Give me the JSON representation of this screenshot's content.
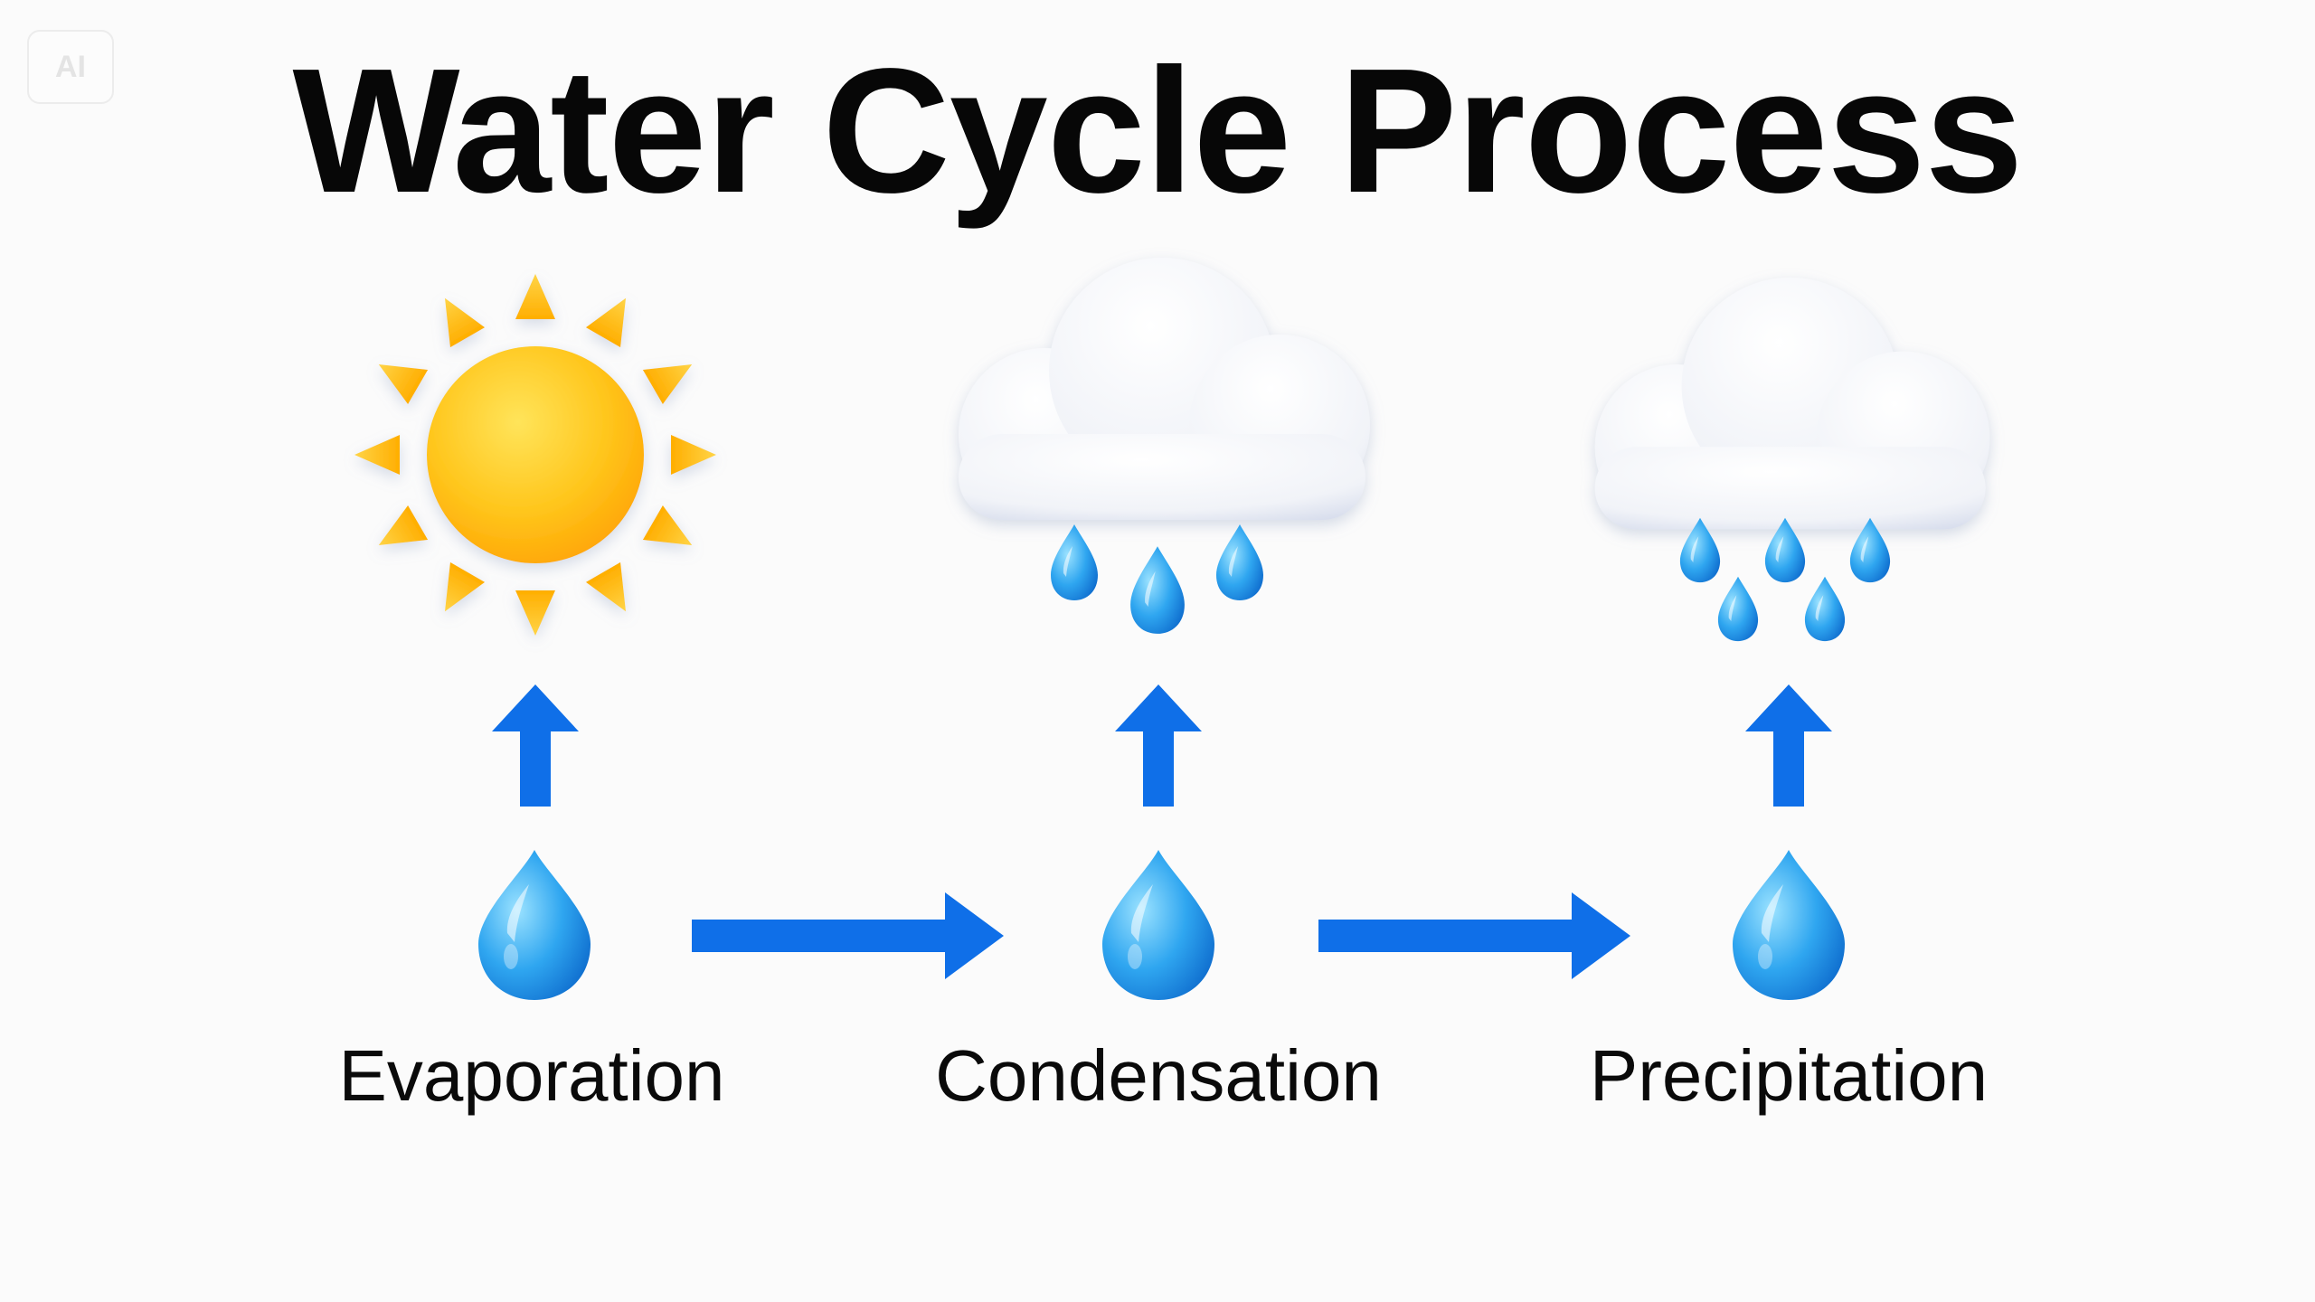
{
  "badge": {
    "text": "AI"
  },
  "title": "Water Cycle Process",
  "stages": [
    {
      "label": "Evaporation",
      "icon": "sun-icon"
    },
    {
      "label": "Condensation",
      "icon": "rain-cloud-icon"
    },
    {
      "label": "Precipitation",
      "icon": "rain-cloud-icon"
    }
  ],
  "colors": {
    "arrow": "#0f6fe8",
    "drop_light": "#7fd3ff",
    "drop_dark": "#0a78d8",
    "sun_core": "#ffc21a",
    "sun_rays": "#ffb700",
    "cloud": "#f2f5fb",
    "text": "#0a0a0a"
  }
}
